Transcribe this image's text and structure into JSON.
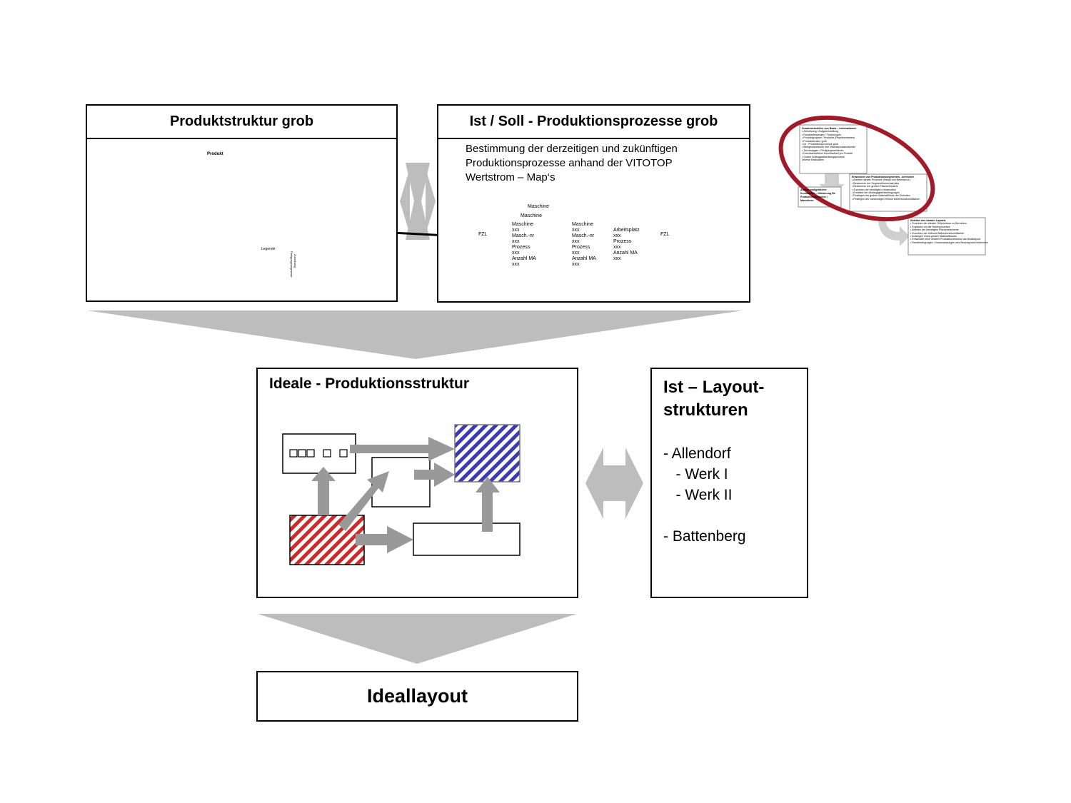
{
  "produktstruktur": {
    "title": "Produktstruktur grob",
    "root_label": "Produkt",
    "legend_label": "Legende:",
    "legend_side_1": "Zuordnung",
    "legend_side_2": "Fertigungssegmente"
  },
  "prozesse": {
    "title": "Ist / Soll - Produktionsprozesse grob",
    "description": "Bestimmung der derzeitigen und zukünftigen\nProduktionsprozesse anhand der VITOTOP\nWertstrom – Map‘s",
    "fzl_label": "FZL",
    "stack_top": "Maschine",
    "stack_mid": "Maschine",
    "card1": "Maschine\nxxx\nMasch.-nr\nxxx\nProzess\nxxx\nAnzahl MA\nxxx",
    "card2": "Maschine\nxxx\nMasch.-nr\nxxx\nProzess\nxxx\nAnzahl MA\nxxx",
    "card3": "Arbeitsplatz\nxxx\nProzess\nxxx\nAnzahl MA\nxxx"
  },
  "overview": {
    "box1_title": "Zusammenstellen von Basis – Informationen",
    "box1_items": "• Zielsetzung / Aufgabenstellung\n• Randbedingungen / Förderungen\n• Produktgruppen / Produkte (Repräsentanten)\n• Produktstruktur grob\n• Ist - Produktionsprozesse grob\n• Mengenstrukturen inkl. Wachstumsannahmen\n• Technologien / Fertigungsverfahren\n• Durchschnittliche Durchlaufzeit pro Produkt\n• Grober Auftragsabwicklungsprozess\nDiverse Basisdaten",
    "box2_title": "Entwickeln von Produktionssegmenten, -bereichen",
    "box2_items": "• Ableiten idealer Prozesse (Haupt und Nebenproz.)\n• Bestimmen der Segment/bereichstruktur\n• Bestimmen der groben Flächenbedarfe\n• Zuordnen der benötigten Infrastruktur\n• Ermitteln der Abhängigkeitsbedingungen\n• Festlegen der groben Materialflüsse der Einheiten\n• Festlegen der notwendigen Hilfund Nebenfunktionsflächen",
    "box3_title": "Aufbau maßgeblicher Kennzahlen – Gliederung für Produktionsbereiche / Maschinen",
    "box4_title": "Ableiten des idealen Layouts",
    "box4_items": "• Zuordnen der idealen Teilprozesse zu Bereichen\n• Ergänzen um die Nebenprozesse\n• Ableiten der benötigten Flächenelemente\n• Zuordnen der Hilfsund Nebenfunktionsflächen\n• Aufzeigen eines groben Materialflusses\n• Entwickeln einer idealen Produktionsstruktur als Blocklayout\n• Randbedingungen / Voraussetzungen des Blocklayouts bestimmen"
  },
  "ideale": {
    "title": "Ideale - Produktionsstruktur"
  },
  "layout": {
    "title": "Ist – Layout-\nstrukturen",
    "list": "- Allendorf\n   - Werk I\n   - Werk II\n\n- Battenberg"
  },
  "ideallayout": {
    "title": "Ideallayout"
  },
  "colors": {
    "arrow_gray": "#b3b3b3",
    "dark_arrow": "#999999",
    "hatch_blue": "#3b3bb0",
    "hatch_red": "#cc2a2a",
    "ellipse_red": "#a01b2a",
    "grid_blue": "#4a4ac0"
  }
}
